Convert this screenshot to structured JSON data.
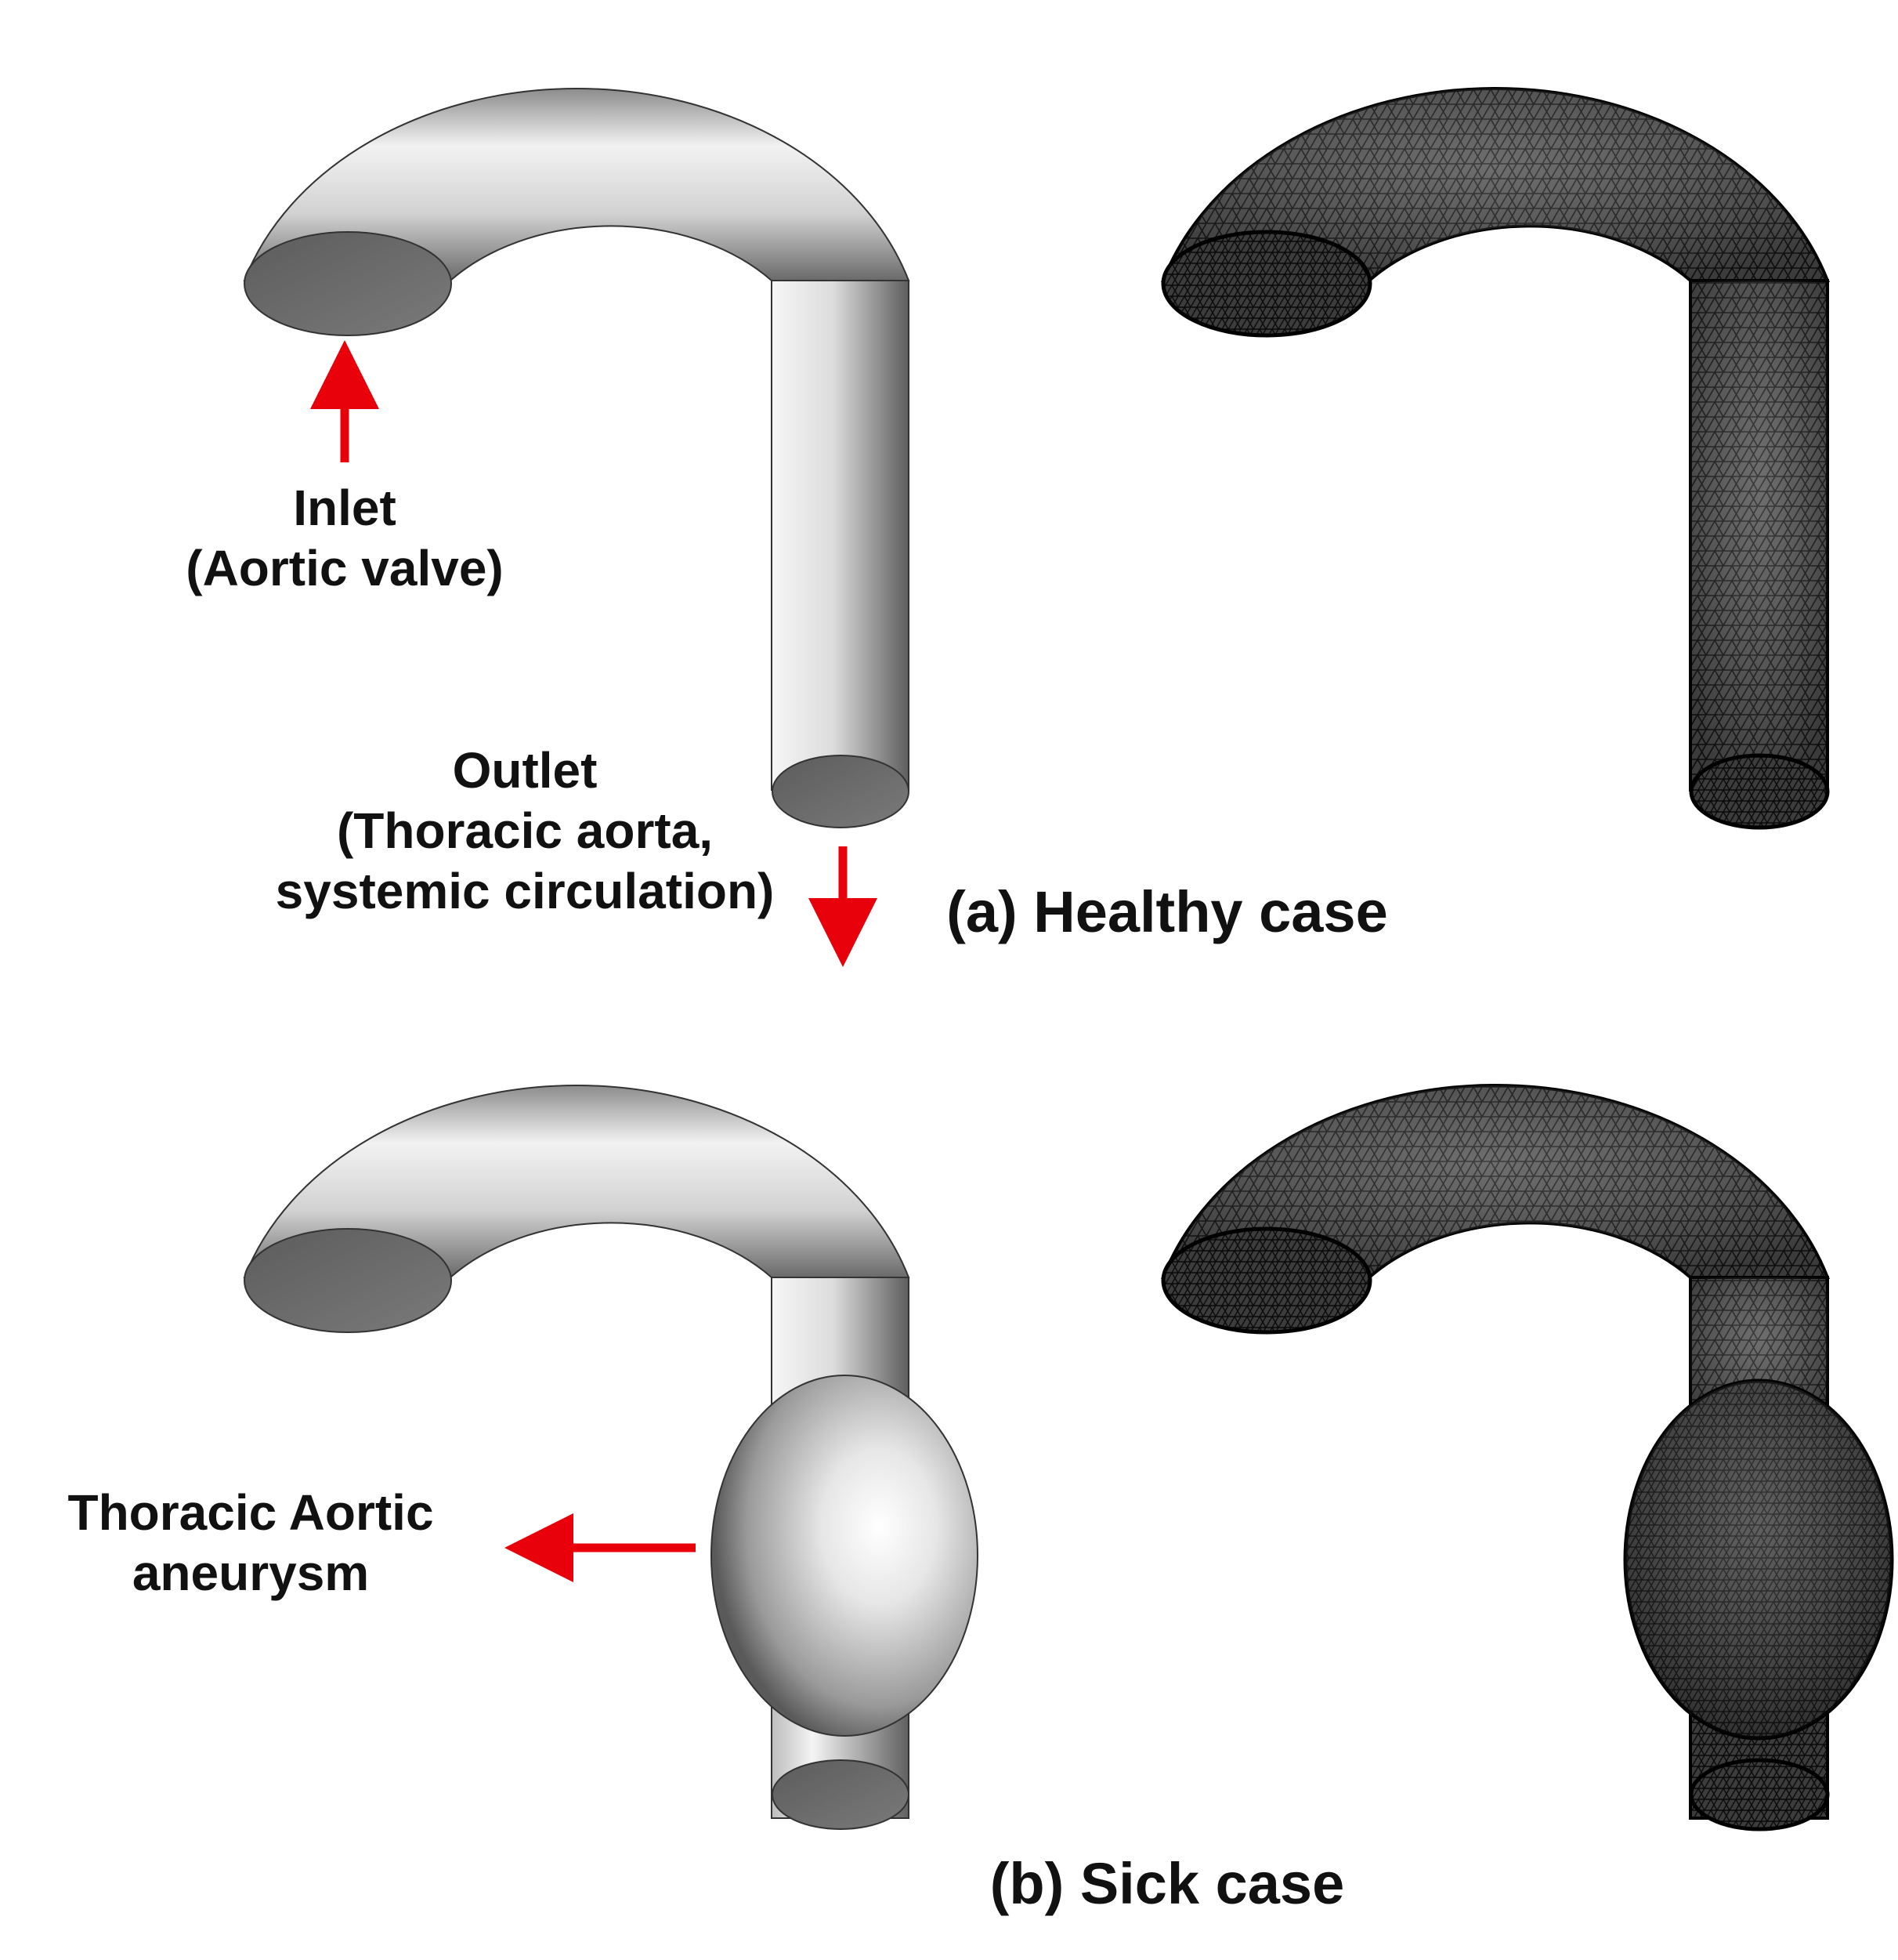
{
  "labels": {
    "inlet": {
      "line1": "Inlet",
      "line2": "(Aortic valve)"
    },
    "outlet": {
      "line1": "Outlet",
      "line2": "(Thoracic aorta,",
      "line3": "systemic circulation)"
    },
    "aneurysm": {
      "line1": "Thoracic Aortic",
      "line2": "aneurysm"
    }
  },
  "captions": {
    "healthy": "(a) Healthy case",
    "sick": "(b) Sick case"
  },
  "colors": {
    "arrow": "#e8000b",
    "surface_light": "#f4f4f4",
    "surface_dark": "#5a5a5a",
    "cap_fill": "#6e6e6e",
    "mesh_fill": "#4a4a4a",
    "mesh_line": "#0c0c0c"
  }
}
